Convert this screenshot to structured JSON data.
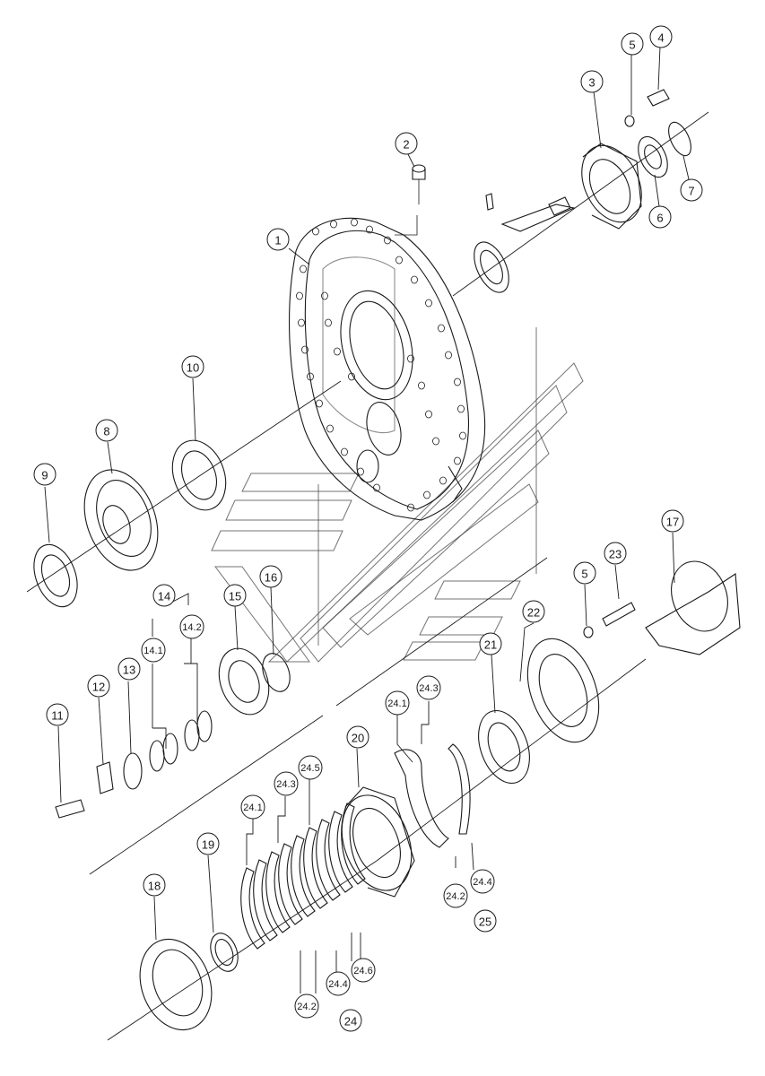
{
  "callouts": [
    {
      "id": "1",
      "label": "1"
    },
    {
      "id": "2",
      "label": "2"
    },
    {
      "id": "3",
      "label": "3"
    },
    {
      "id": "4",
      "label": "4"
    },
    {
      "id": "5a",
      "label": "5"
    },
    {
      "id": "6",
      "label": "6"
    },
    {
      "id": "7",
      "label": "7"
    },
    {
      "id": "8",
      "label": "8"
    },
    {
      "id": "9",
      "label": "9"
    },
    {
      "id": "10",
      "label": "10"
    },
    {
      "id": "11",
      "label": "11"
    },
    {
      "id": "12",
      "label": "12"
    },
    {
      "id": "13",
      "label": "13"
    },
    {
      "id": "14",
      "label": "14"
    },
    {
      "id": "14_1",
      "label": "14.1"
    },
    {
      "id": "14_2",
      "label": "14.2"
    },
    {
      "id": "15",
      "label": "15"
    },
    {
      "id": "16",
      "label": "16"
    },
    {
      "id": "17",
      "label": "17"
    },
    {
      "id": "18",
      "label": "18"
    },
    {
      "id": "19",
      "label": "19"
    },
    {
      "id": "20",
      "label": "20"
    },
    {
      "id": "21",
      "label": "21"
    },
    {
      "id": "22",
      "label": "22"
    },
    {
      "id": "23",
      "label": "23"
    },
    {
      "id": "5b",
      "label": "5"
    },
    {
      "id": "24",
      "label": "24"
    },
    {
      "id": "24_1a",
      "label": "24.1"
    },
    {
      "id": "24_3a",
      "label": "24.3"
    },
    {
      "id": "24_5",
      "label": "24.5"
    },
    {
      "id": "24_2a",
      "label": "24.2"
    },
    {
      "id": "24_4a",
      "label": "24.4"
    },
    {
      "id": "24_6",
      "label": "24.6"
    },
    {
      "id": "24_1b",
      "label": "24.1"
    },
    {
      "id": "24_3b",
      "label": "24.3"
    },
    {
      "id": "24_2b",
      "label": "24.2"
    },
    {
      "id": "24_4b",
      "label": "24.4"
    },
    {
      "id": "25",
      "label": "25"
    }
  ]
}
